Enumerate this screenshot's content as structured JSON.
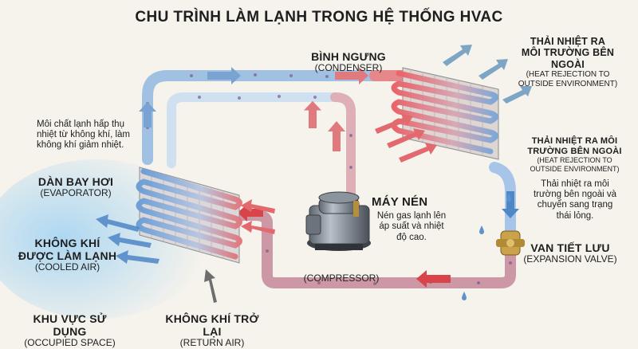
{
  "title": "CHU TRÌNH LÀM LẠNH TRONG HỆ THỐNG HVAC",
  "condenser": {
    "label": "BÌNH NGƯNG",
    "sublabel": "(CONDENSER)"
  },
  "heat_rejection_top": {
    "line1": "THẢI NHIỆT RA",
    "line2": "MÔI TRƯỜNG BÊN NGOÀI",
    "en1": "(HEAT REJECTION TO",
    "en2": "OUTSIDE ENVIRONMENT)"
  },
  "heat_rejection_mid": {
    "line1": "THẢI NHIỆT RA MÔI",
    "line2": "TRƯỜNG BÊN NGOÀI",
    "en1": "(HEAT REJECTION TO",
    "en2": "OUTSIDE ENVIRONMENT)"
  },
  "expansion_note": {
    "line1": "Thải nhiệt ra môi",
    "line2": "trường bên ngoài và",
    "line3": "chuyển sang trạng",
    "line4": "thái lỏng."
  },
  "expansion_valve": {
    "label": "VAN TIẾT LƯU",
    "sublabel": "(EXPANSION VALVE)"
  },
  "compressor": {
    "label": "MÁY NÉN",
    "desc1": "Nén gas lạnh lên",
    "desc2": "áp suất và nhiệt",
    "desc3": "độ cao.",
    "sublabel": "(COMPRESSOR)"
  },
  "evaporator_note": {
    "line1": "Môi chất lạnh hấp thụ",
    "line2": "nhiệt từ không khí, làm",
    "line3": "không khí giảm nhiệt."
  },
  "evaporator": {
    "label": "DÀN BAY HƠI",
    "sublabel": "(EVAPORATOR)"
  },
  "cooled_air": {
    "line1": "KHÔNG KHÍ",
    "line2": "ĐƯỢC LÀM LẠNH",
    "sublabel": "(COOLED AIR)"
  },
  "occupied_space": {
    "label": "KHU VỰC SỬ DỤNG",
    "sublabel": "(OCCUPIED SPACE)"
  },
  "return_air": {
    "label": "KHÔNG KHÍ TRỞ LẠI",
    "sublabel": "(RETURN AIR)"
  },
  "colors": {
    "hot": "#d9434a",
    "cold": "#4f86c6",
    "pipe_light": "#cfe1f3",
    "background": "#f6f3ec",
    "cool_air": "#bfe0f5",
    "outside_air": "#7da6c4"
  }
}
